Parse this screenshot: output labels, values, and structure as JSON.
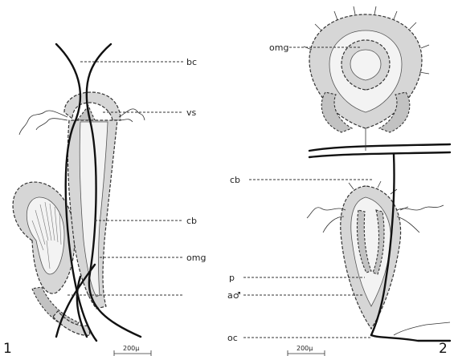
{
  "figure_numbers": {
    "left": "1",
    "right": "2"
  },
  "labels": {
    "omg_top": "omg",
    "bc": "bc",
    "vs": "vs",
    "cb_right": "cb",
    "cb_left": "cb",
    "omg_mid": "omg",
    "p": "p",
    "a_male": "a♂",
    "oc": "oc"
  },
  "scale_bars": {
    "left": "200μ",
    "right": "200μ"
  }
}
